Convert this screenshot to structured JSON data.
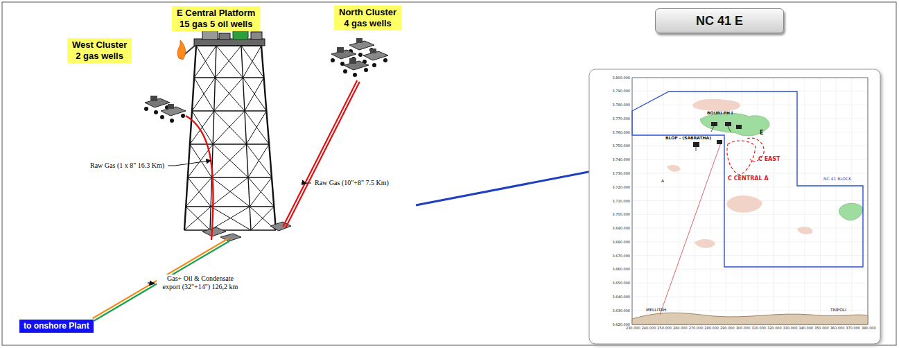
{
  "diagram": {
    "title": "NC 41 E",
    "nodes": [
      {
        "text": [
          "E Central Platform",
          "15 gas 5 oil wells"
        ]
      },
      {
        "text": [
          "West Cluster",
          "2 gas wells"
        ]
      },
      {
        "text": [
          "North Cluster",
          "4 gas wells"
        ]
      },
      {
        "text": [
          "to onshore Plant"
        ]
      }
    ],
    "edges": [
      {
        "from": 1,
        "to": 0,
        "arrow": "none",
        "label": "Raw Gas (1 x 8\" 16.3 Km)"
      },
      {
        "from": 2,
        "to": 0,
        "arrow": "none",
        "label": "Raw Gas (10\"+8\" 7.5 Km)"
      },
      {
        "from": 0,
        "to": 3,
        "arrow": "none",
        "label": "Gas+ Oil & Condensate export (32\"+14\") 126,2 km"
      }
    ],
    "labels": [
      "BOURI PH I",
      "BLOP - (SABRATHA)",
      "E",
      "C EAST",
      "C CENTRAL A",
      "A",
      "NC 41 BLOCK",
      "MELLITAH",
      "TRIPOLI",
      "3.800.000",
      "3.790.000",
      "3.780.000",
      "3.770.000",
      "3.760.000",
      "3.750.000",
      "3.740.000",
      "3.730.000",
      "3.720.000",
      "3.710.000",
      "3.700.000",
      "3.690.000",
      "3.680.000",
      "3.670.000",
      "3.660.000",
      "3.650.000",
      "3.640.000",
      "3.630.000",
      "3.620.000",
      "230.000",
      "240.000",
      "250.000",
      "260.000",
      "270.000",
      "280.000",
      "290.000",
      "300.000",
      "310.000",
      "320.000",
      "330.000",
      "340.000",
      "350.000",
      "360.000",
      "370.000",
      "380.000"
    ]
  }
}
